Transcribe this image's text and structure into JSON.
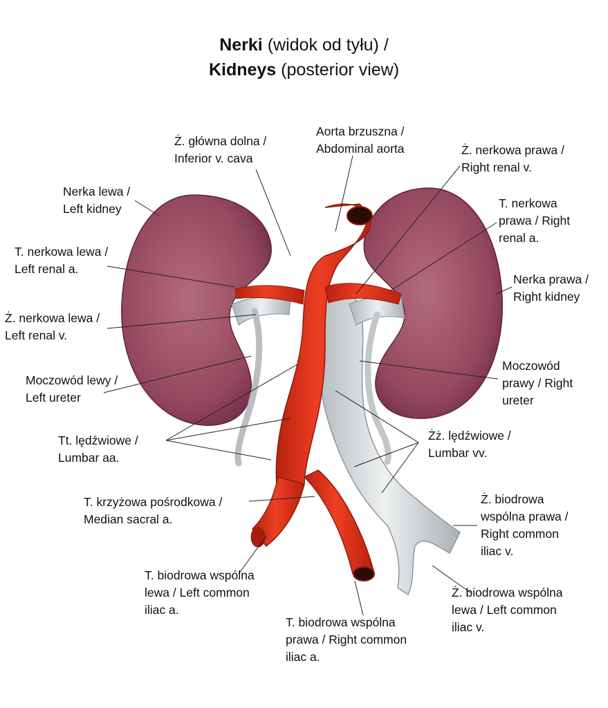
{
  "title": {
    "line1_bold": "Nerki",
    "line1_rest": " (widok od tyłu) /",
    "line2_bold": "Kidneys",
    "line2_rest": " (posterior view)"
  },
  "labels": {
    "ivc": [
      "Ż. główna dolna /",
      "Inferior v. cava"
    ],
    "aorta": [
      "Aorta brzuszna /",
      "Abdominal aorta"
    ],
    "right_renal_v": [
      "Ż. nerkowa prawa /",
      "Right renal v."
    ],
    "left_kidney": [
      "Nerka lewa /",
      "Left kidney"
    ],
    "right_renal_a": [
      "T. nerkowa",
      "prawa / Right",
      "renal a."
    ],
    "left_renal_a": [
      "T. nerkowa lewa /",
      "Left renal a."
    ],
    "right_kidney": [
      "Nerka prawa /",
      "Right kidney"
    ],
    "left_renal_v": [
      "Ż. nerkowa lewa /",
      "Left renal v."
    ],
    "right_ureter": [
      "Moczowód",
      "prawy / Right",
      "ureter"
    ],
    "left_ureter": [
      "Moczowód lewy /",
      "Left ureter"
    ],
    "lumbar_vv": [
      "Żż. lędźwiowe /",
      "Lumbar vv."
    ],
    "lumbar_aa": [
      "Tt. lędźwiowe /",
      "Lumbar aa."
    ],
    "right_common_iliac_v": [
      "Ż. biodrowa",
      "wspólna prawa /",
      "Right common",
      "iliac v."
    ],
    "median_sacral": [
      "T. krzyżowa pośrodkowa /",
      "Median sacral a."
    ],
    "left_common_iliac_a": [
      "T. biodrowa wspólna",
      "lewa / Left common",
      "iliac a."
    ],
    "left_common_iliac_v": [
      "Ż. biodrowa wspólna",
      "lewa / Left common",
      "iliac v."
    ],
    "right_common_iliac_a": [
      "T. biodrowa wspólna",
      "prawa / Right common",
      "iliac a."
    ]
  },
  "colors": {
    "kidney": "#9a4a62",
    "kidney_dark": "#6e2a45",
    "artery": "#e0341c",
    "artery_dark": "#a81e0e",
    "vein": "#dfe2e4",
    "vein_dark": "#9aa1a6",
    "leader": "#222222"
  }
}
